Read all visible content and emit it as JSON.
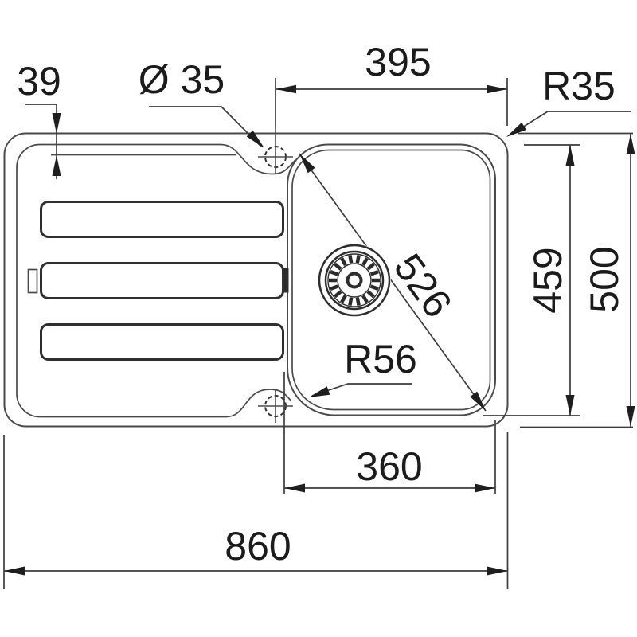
{
  "drawing": {
    "type": "sink-dimension-diagram",
    "labels": {
      "rim_width": "39",
      "tap_hole_diameter": "Ø 35",
      "top_width": "395",
      "outer_corner_radius": "R35",
      "diagonal": "526",
      "bowl_depth": "459",
      "overall_depth": "500",
      "bowl_corner_radius": "R56",
      "bowl_bottom_width": "360",
      "overall_length": "860"
    }
  }
}
